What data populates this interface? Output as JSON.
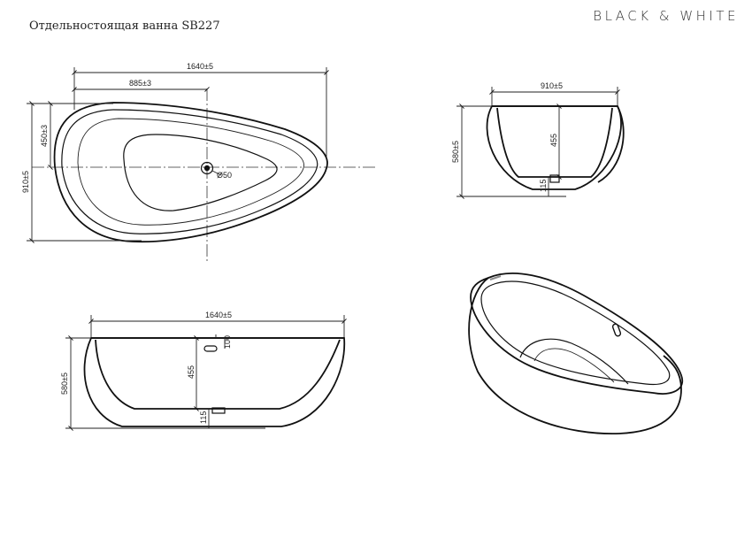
{
  "header": {
    "title": "Отдельностоящая ванна SB227",
    "brand": "BLACK & WHITE"
  },
  "top_view": {
    "overall_length": "1640±5",
    "drain_offset": "885±3",
    "drain_from_edge": "450±3",
    "overall_width": "910±5",
    "drain_diameter": "Ø50"
  },
  "side_view": {
    "overall_width": "910±5",
    "inner_depth": "455",
    "total_height": "580±5",
    "bottom_gap": "115"
  },
  "front_view": {
    "overall_length": "1640±5",
    "overflow_offset": "100",
    "inner_depth": "455",
    "total_height": "580±5",
    "bottom_gap": "115"
  }
}
